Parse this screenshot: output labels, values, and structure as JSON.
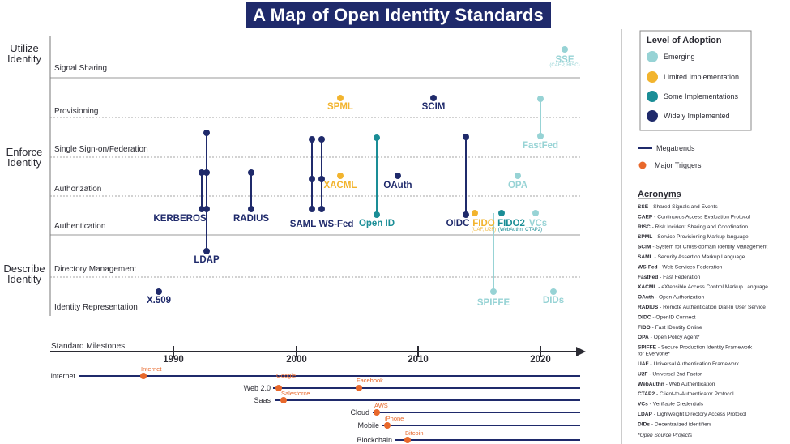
{
  "title": "A Map of Open Identity Standards",
  "colors": {
    "emerging": "#97d3d5",
    "limited": "#f2b42e",
    "some": "#1a8d96",
    "widely": "#1f2a6b",
    "trigger": "#e8682b"
  },
  "groups": [
    {
      "label": [
        "Utilize",
        "Identity"
      ]
    },
    {
      "label": [
        "Enforce",
        "Identity"
      ]
    },
    {
      "label": [
        "Describe",
        "Identity"
      ]
    }
  ],
  "layers": [
    "Signal Sharing",
    "Provisioning",
    "Single Sign-on/Federation",
    "Authorization",
    "Authentication",
    "Directory Management",
    "Identity Representation"
  ],
  "standards": [
    {
      "name": "SSE",
      "sub": "(CAEP, RISC)",
      "adoption": "emerging"
    },
    {
      "name": "SPML",
      "adoption": "limited"
    },
    {
      "name": "SCIM",
      "adoption": "widely"
    },
    {
      "name": "FastFed",
      "adoption": "emerging"
    },
    {
      "name": "XACML",
      "adoption": "limited"
    },
    {
      "name": "OAuth",
      "adoption": "widely"
    },
    {
      "name": "OPA",
      "adoption": "emerging"
    },
    {
      "name": "KERBEROS",
      "adoption": "widely"
    },
    {
      "name": "RADIUS",
      "adoption": "widely"
    },
    {
      "name": "SAML",
      "adoption": "widely"
    },
    {
      "name": "WS-Fed",
      "adoption": "widely"
    },
    {
      "name": "Open ID",
      "adoption": "some"
    },
    {
      "name": "OIDC",
      "adoption": "widely"
    },
    {
      "name": "FIDO",
      "sub": "(UAF, U2F)",
      "adoption": "limited"
    },
    {
      "name": "FIDO2",
      "sub": "(WebAuthn, CTAP2)",
      "adoption": "some"
    },
    {
      "name": "VCs",
      "adoption": "emerging"
    },
    {
      "name": "LDAP",
      "adoption": "widely"
    },
    {
      "name": "SPIFFE",
      "adoption": "emerging"
    },
    {
      "name": "X.509",
      "adoption": "widely"
    },
    {
      "name": "DIDs",
      "adoption": "emerging"
    }
  ],
  "timeline": {
    "label": "Standard Milestones",
    "years": [
      "1990",
      "2000",
      "2010",
      "2020"
    ],
    "rows": [
      {
        "label": "Internet",
        "triggers": [
          "Internet"
        ]
      },
      {
        "label": "Web 2.0",
        "triggers": [
          "Google",
          "Facebook"
        ]
      },
      {
        "label": "Saas",
        "triggers": [
          "Salesforce"
        ]
      },
      {
        "label": "Cloud",
        "triggers": [
          "AWS"
        ]
      },
      {
        "label": "Mobile",
        "triggers": [
          "iPhone"
        ]
      },
      {
        "label": "Blockchain",
        "triggers": [
          "Bitcoin"
        ]
      }
    ]
  },
  "legend": {
    "title": "Level of Adoption",
    "items": [
      {
        "label": "Emerging",
        "color": "#97d3d5"
      },
      {
        "label": "Limited Implementation",
        "color": "#f2b42e"
      },
      {
        "label": "Some Implementations",
        "color": "#1a8d96"
      },
      {
        "label": "Widely Implemented",
        "color": "#1f2a6b"
      }
    ],
    "megatrends": "Megatrends",
    "triggers": "Major Triggers"
  },
  "acronyms": {
    "title": "Acronyms",
    "items": [
      {
        "key": "SSE",
        "text": "Shared Signals and Events"
      },
      {
        "key": "CAEP",
        "text": "Continuous Access Evaluation Protocol"
      },
      {
        "key": "RISC",
        "text": "Risk Incident Sharing and Coordination"
      },
      {
        "key": "SPML",
        "text": "Service Provisioning Markup language"
      },
      {
        "key": "SCIM",
        "text": "System for Cross-domain Identity Management"
      },
      {
        "key": "SAML",
        "text": "Security Assertion Markup Language"
      },
      {
        "key": "WS-Fed",
        "text": "Web Services Federation"
      },
      {
        "key": "FastFed",
        "text": "Fast Federation"
      },
      {
        "key": "XACML",
        "text": "eXtensible Access Control Markup Language"
      },
      {
        "key": "OAuth",
        "text": "Open Authorization"
      },
      {
        "key": "RADIUS",
        "text": "Remote Authentication Dial-In User Service"
      },
      {
        "key": "OIDC",
        "text": "OpenID Connect"
      },
      {
        "key": "FIDO",
        "text": "Fast IDentity Online"
      },
      {
        "key": "OPA",
        "text": "Open Policy Agent*"
      },
      {
        "key": "SPIFFE",
        "text": "Secure Production Identity Framework",
        "text2": "for Everyone*"
      },
      {
        "key": "UAF",
        "text": "Universal Authentication Framework"
      },
      {
        "key": "U2F",
        "text": "Universal 2nd Factor"
      },
      {
        "key": "WebAuthn",
        "text": "Web Authentication"
      },
      {
        "key": "CTAP2",
        "text": "Client-to-Authenticator Protocol"
      },
      {
        "key": "VCs",
        "text": "Verifiable Credentials"
      },
      {
        "key": "LDAP",
        "text": "Lightweight Directory Access Protocol"
      },
      {
        "key": "DIDs",
        "text": "Decentralized identifiers"
      }
    ],
    "note": "*Open Source Projects"
  }
}
